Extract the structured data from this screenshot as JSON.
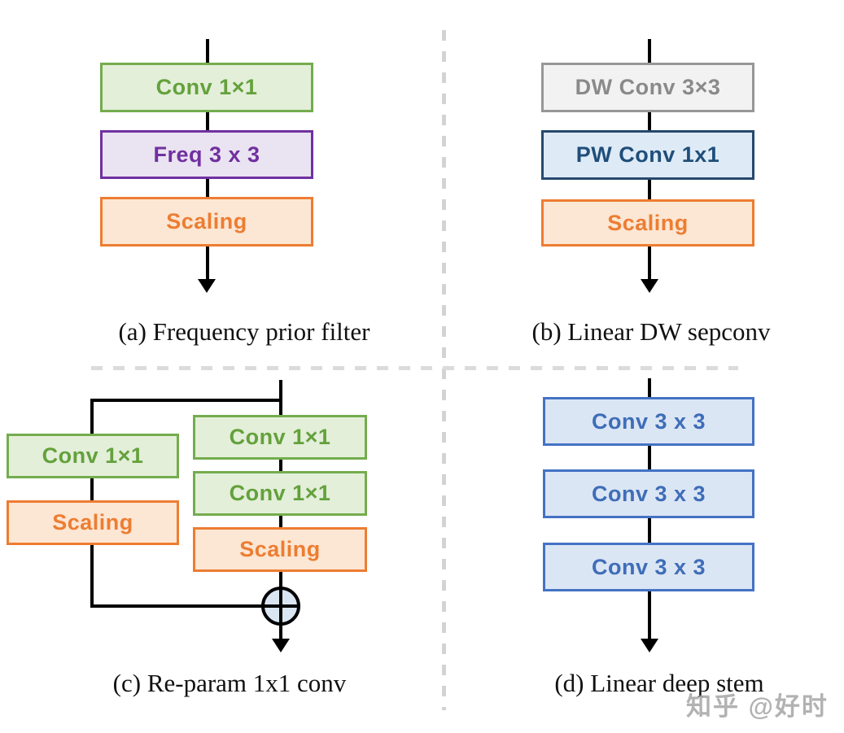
{
  "figure": {
    "type": "architecture-block-diagram",
    "panels": [
      {
        "id": "a",
        "caption": "(a) Frequency prior filter",
        "blocks": [
          {
            "label": "Conv 1×1",
            "style": "green"
          },
          {
            "label": "Freq 3 x 3",
            "style": "purple"
          },
          {
            "label": "Scaling",
            "style": "orange"
          }
        ]
      },
      {
        "id": "b",
        "caption": "(b) Linear DW sepconv",
        "blocks": [
          {
            "label": "DW Conv 3×3",
            "style": "gray"
          },
          {
            "label": "PW Conv 1x1",
            "style": "navy"
          },
          {
            "label": "Scaling",
            "style": "orange"
          }
        ]
      },
      {
        "id": "c",
        "caption": "(c) Re-param 1x1 conv",
        "left_branch": [
          {
            "label": "Conv 1×1",
            "style": "green"
          },
          {
            "label": "Scaling",
            "style": "orange"
          }
        ],
        "right_branch": [
          {
            "label": "Conv 1×1",
            "style": "green"
          },
          {
            "label": "Conv 1×1",
            "style": "green"
          },
          {
            "label": "Scaling",
            "style": "orange"
          }
        ],
        "merge_symbol": "⊕"
      },
      {
        "id": "d",
        "caption": "(d) Linear deep stem",
        "blocks": [
          {
            "label": "Conv 3 x 3",
            "style": "blue"
          },
          {
            "label": "Conv 3 x 3",
            "style": "blue"
          },
          {
            "label": "Conv 3 x 3",
            "style": "blue"
          }
        ]
      }
    ]
  },
  "watermark": "知乎 @好时",
  "colors": {
    "background": "#FFFFFF",
    "arrow": "#000000",
    "divider_dash_vertical": "#D3D3D3",
    "divider_dash_horizontal": "#DBDBDB",
    "caption_text": "#111111",
    "watermark_text": "#A5A5A5",
    "merge_circle_fill": "#D9E6F2",
    "block_styles": {
      "green": {
        "fill": "#E3EFD9",
        "border": "#74AC4E",
        "text": "#64A13C"
      },
      "purple": {
        "fill": "#EAE3F1",
        "border": "#7030A0",
        "text": "#7030A0"
      },
      "orange": {
        "fill": "#FCE6D4",
        "border": "#ED7D31",
        "text": "#ED7D31"
      },
      "gray": {
        "fill": "#F2F2F2",
        "border": "#979797",
        "text": "#8A8A8A"
      },
      "navy": {
        "fill": "#DEEBF7",
        "border": "#27496D",
        "text": "#1F4E79"
      },
      "blue": {
        "fill": "#DBE6F4",
        "border": "#4472C4",
        "text": "#3F6DB8"
      }
    }
  }
}
